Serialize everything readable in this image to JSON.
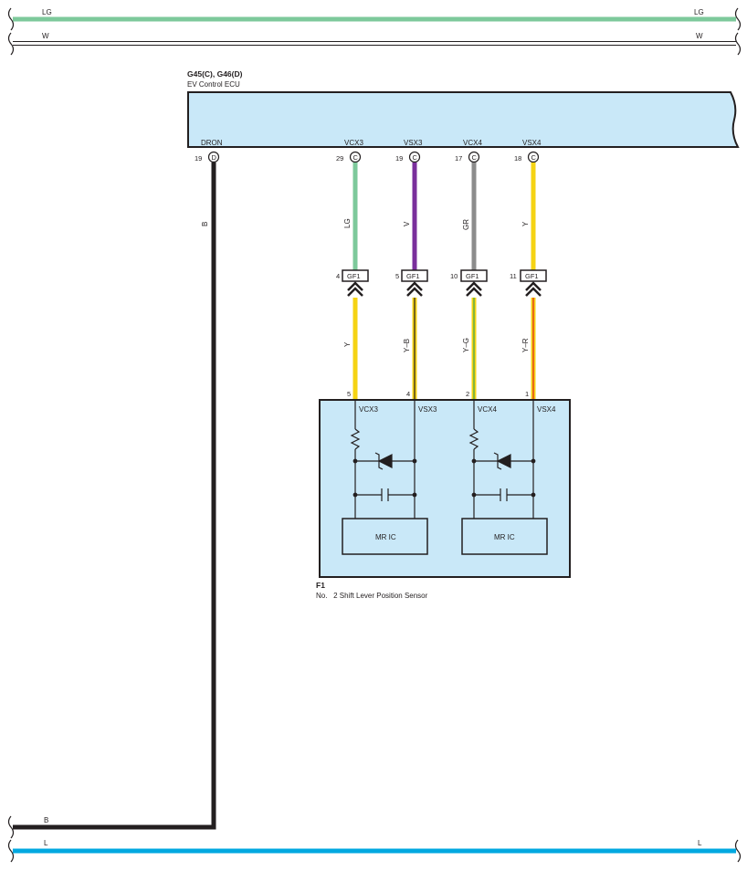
{
  "buses": {
    "top_lg": {
      "label_left": "LG",
      "label_right": "LG",
      "color": "#7dc99b"
    },
    "top_w": {
      "label_left": "W",
      "label_right": "W",
      "color": "#ffffff"
    },
    "bottom_b": {
      "label_left": "B",
      "color": "#231f20"
    },
    "bottom_l": {
      "label_left": "L",
      "label_right": "L",
      "color": "#00a8e0"
    }
  },
  "ecu": {
    "connector_code": "G45(C), G46(D)",
    "name": "EV Control ECU",
    "fill": "#c9e8f8",
    "pins": [
      {
        "signal": "DRON",
        "pin": "19",
        "conn": "D"
      },
      {
        "signal": "VCX3",
        "pin": "29",
        "conn": "C"
      },
      {
        "signal": "VSX3",
        "pin": "19",
        "conn": "C"
      },
      {
        "signal": "VCX4",
        "pin": "17",
        "conn": "C"
      },
      {
        "signal": "VSX4",
        "pin": "18",
        "conn": "C"
      }
    ]
  },
  "wires_upper": [
    {
      "color_code": "B",
      "color": "#231f20"
    },
    {
      "color_code": "LG",
      "color": "#7dc99b"
    },
    {
      "color_code": "V",
      "color": "#7a2f9c"
    },
    {
      "color_code": "GR",
      "color": "#8c8c8c"
    },
    {
      "color_code": "Y",
      "color": "#f5d313"
    }
  ],
  "junction": {
    "name": "GF1",
    "pins": [
      "4",
      "5",
      "10",
      "11"
    ]
  },
  "wires_lower": [
    {
      "color_code": "Y",
      "color": "#f5d313",
      "stripe": ""
    },
    {
      "color_code": "Y–B",
      "color": "#f5d313",
      "stripe": "#231f20"
    },
    {
      "color_code": "Y–G",
      "color": "#f5d313",
      "stripe": "#3aa655"
    },
    {
      "color_code": "Y–R",
      "color": "#f5d313",
      "stripe": "#e2231a"
    }
  ],
  "sensor": {
    "connector_code": "F1",
    "name": "No.   2 Shift Lever Position Sensor",
    "fill": "#c9e8f8",
    "pins": [
      {
        "pin": "5",
        "signal": "VCX3"
      },
      {
        "pin": "4",
        "signal": "VSX3"
      },
      {
        "pin": "2",
        "signal": "VCX4"
      },
      {
        "pin": "1",
        "signal": "VSX4"
      }
    ],
    "ic_label": "MR IC"
  }
}
